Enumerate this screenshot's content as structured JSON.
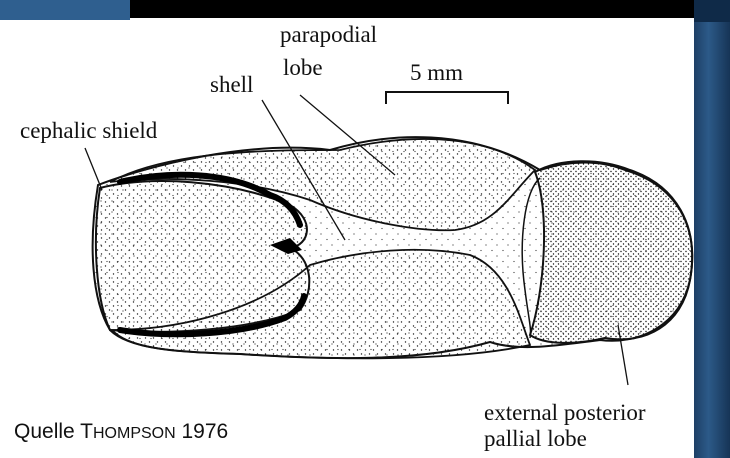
{
  "figure": {
    "labels": {
      "parapodial": "parapodial",
      "lobe": "lobe",
      "scale": "5 mm",
      "shell": "shell",
      "cephalic_shield": "cephalic shield",
      "external_posterior": "external posterior",
      "pallial_lobe": "pallial lobe"
    },
    "credit": {
      "prefix": "Quelle T",
      "smallcaps": "HOMPSON",
      "year": " 1976"
    }
  },
  "colors": {
    "frame_blue": "#2c5a88",
    "frame_black": "#000000",
    "ink": "#111111"
  }
}
